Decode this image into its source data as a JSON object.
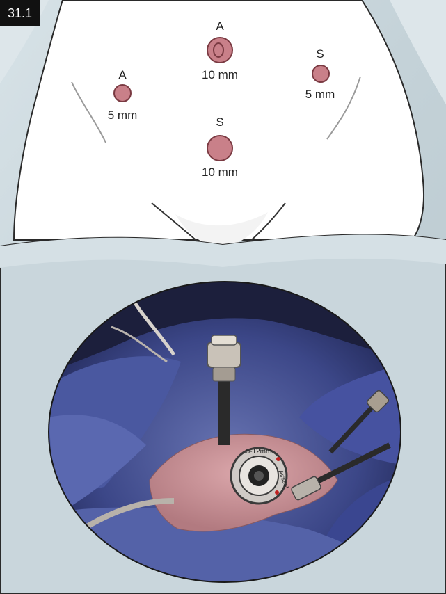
{
  "figure": {
    "number": "31.1"
  },
  "ports": [
    {
      "id": "top-center",
      "role": "A",
      "size": "10 mm"
    },
    {
      "id": "left",
      "role": "A",
      "size": "5 mm"
    },
    {
      "id": "right",
      "role": "S",
      "size": "5 mm"
    },
    {
      "id": "center",
      "role": "S",
      "size": "10 mm"
    }
  ],
  "trocar_text": {
    "line1": "5-12mm",
    "line2": "Airseal"
  },
  "colors": {
    "port_fill": "#c98089",
    "port_stroke": "#7a3a42",
    "drape": "#c9d6dc",
    "skin": "#ffffff",
    "photo_drape": "#3a4a8a",
    "photo_skin": "#c08a90"
  }
}
